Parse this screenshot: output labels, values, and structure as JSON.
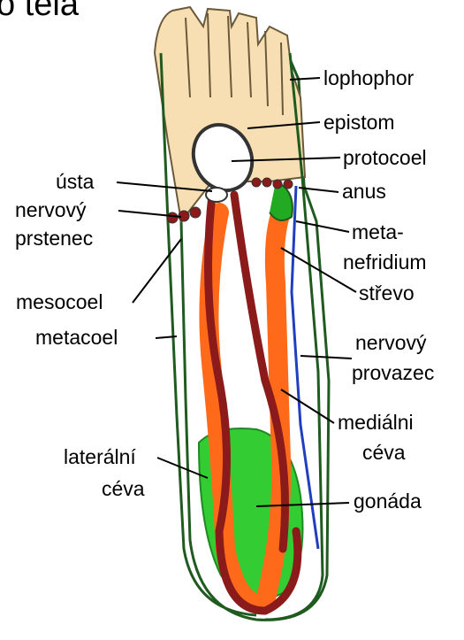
{
  "title": "o tela",
  "labels": {
    "lophophor": "lophophor",
    "epistom": "epistom",
    "protocoel": "protocoel",
    "usta": "ústa",
    "anus": "anus",
    "nervovy1": "nervový",
    "prstenec": "prstenec",
    "meta": "meta-",
    "nefridium": "nefridium",
    "strevo": "střevo",
    "mesocoel": "mesocoel",
    "metacoel": "metacoel",
    "nervovy2": "nervový",
    "provazec": "provazec",
    "medialni": "mediálni",
    "ceva1": "céva",
    "lateralni": "laterální",
    "ceva2": "céva",
    "gonada": "gonáda"
  },
  "colors": {
    "body_fill": "#ffffff",
    "lophophore_fill": "#f7dfb3",
    "outline": "#1f5a1f",
    "gut": "#ff6a1a",
    "vessel": "#8b1a1a",
    "gonad": "#33cc33",
    "nerve": "#1f3fbf",
    "nephridium": "#22aa22"
  }
}
